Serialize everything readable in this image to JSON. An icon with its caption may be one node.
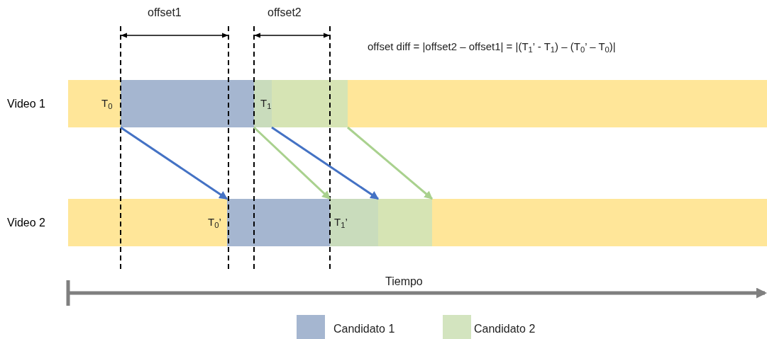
{
  "diagram": {
    "nodes": [
      {
        "text": [
          "Video 1"
        ]
      },
      {
        "text": [],
        "shape": "bar",
        "in": 0
      },
      {
        "text": [],
        "shape": "bar",
        "in": 0
      },
      {
        "text": [
          "Video 2"
        ]
      },
      {
        "text": [],
        "shape": "bar",
        "in": 3
      },
      {
        "text": [],
        "shape": "bar",
        "in": 3
      }
    ],
    "edges": [
      {
        "from": 1,
        "to": 4,
        "arrow": "to",
        "color": "#4472c4"
      },
      {
        "from": 2,
        "to": 5,
        "arrow": "to",
        "color": "#a9d18e"
      },
      {
        "from": 1,
        "to": 4,
        "arrow": "to",
        "color": "#4472c4"
      },
      {
        "from": 2,
        "to": 5,
        "arrow": "to",
        "color": "#a9d18e"
      }
    ],
    "labels": [
      "offset1",
      "offset2",
      "offset diff = |offset2 – offset1| = |(T$_{1}$’ - T$_{1}$) – (T$_{0}$’ – T$_{0}$)|",
      "T$_{0}$",
      "T$_{1}$",
      "T$_{0}$’",
      "T$_{1}$’",
      "Tiempo"
    ],
    "legend": [
      {
        "text": "Candidato 1",
        "color": "#a5b6d0"
      },
      {
        "text": "Candidato 2",
        "color": "#d3e4bf"
      }
    ]
  }
}
